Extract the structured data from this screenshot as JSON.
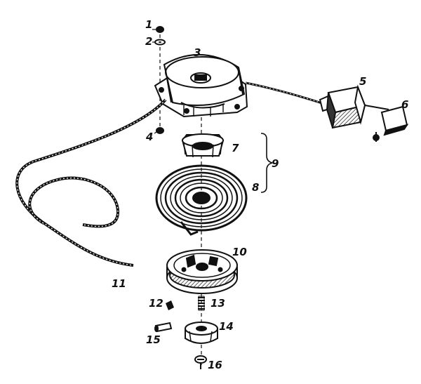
{
  "callouts": {
    "c1": "1",
    "c2": "2",
    "c3": "3",
    "c4": "4",
    "c5": "5",
    "c6": "6",
    "c7": "7",
    "c8": "8",
    "c9": "9",
    "c10": "10",
    "c11": "11",
    "c12": "12",
    "c13": "13",
    "c14": "14",
    "c15": "15",
    "c16": "16"
  },
  "colors": {
    "ink": "#111111",
    "paper": "#ffffff",
    "shade": "#555555"
  }
}
